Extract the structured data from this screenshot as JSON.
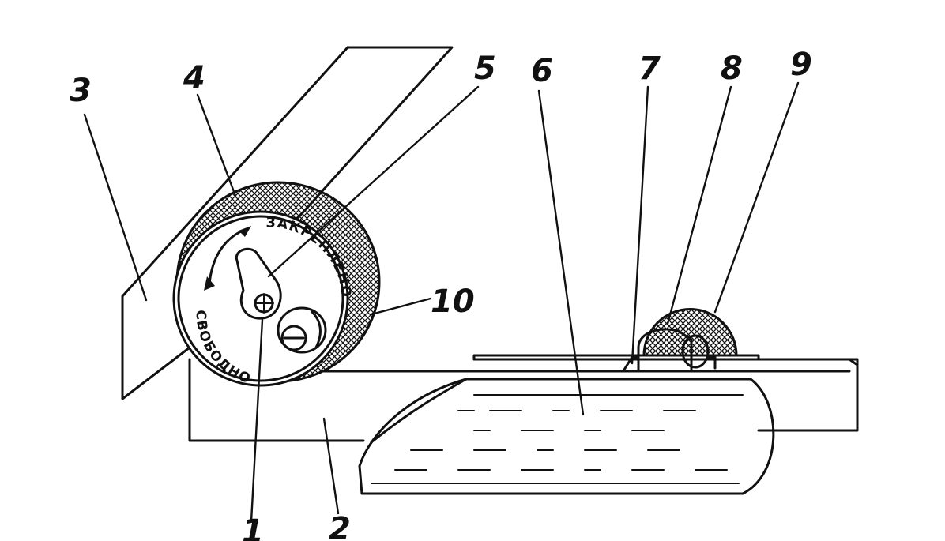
{
  "figure": {
    "callouts": [
      "1",
      "2",
      "3",
      "4",
      "5",
      "6",
      "7",
      "8",
      "9",
      "10"
    ],
    "dial": {
      "label_free": "СВОБОДНО",
      "label_locked": "ЗАКРЕПЛЕНО"
    }
  },
  "colors": {
    "ink": "#111111",
    "paper": "#ffffff"
  }
}
